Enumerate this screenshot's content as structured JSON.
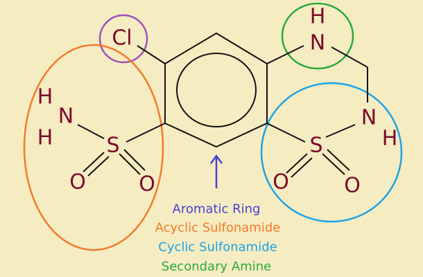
{
  "atoms": {
    "cl": "Cl",
    "amine_h": "H",
    "amine_n": "N",
    "cyclic_n": "N",
    "cyclic_h": "H",
    "cyclic_s": "S",
    "cyclic_o1": "O",
    "cyclic_o2": "O",
    "acyclic_h1": "H",
    "acyclic_n": "N",
    "acyclic_h2": "H",
    "acyclic_s": "S",
    "acyclic_o1": "O",
    "acyclic_o2": "O"
  },
  "legend": [
    {
      "label": "Aromatic Ring",
      "color": "#4a3fd0"
    },
    {
      "label": "Acyclic Sulfonamide",
      "color": "#f47a2a"
    },
    {
      "label": "Cyclic Sulfonamide",
      "color": "#1aa3e8"
    },
    {
      "label": "Secondary Amine",
      "color": "#2aaa3a"
    }
  ],
  "highlight_colors": {
    "chlorine": "#a050b8",
    "acyclic": "#f47a2a",
    "cyclic": "#1aa3e8",
    "amine": "#2aaa3a",
    "arrow": "#4a3fd0"
  }
}
